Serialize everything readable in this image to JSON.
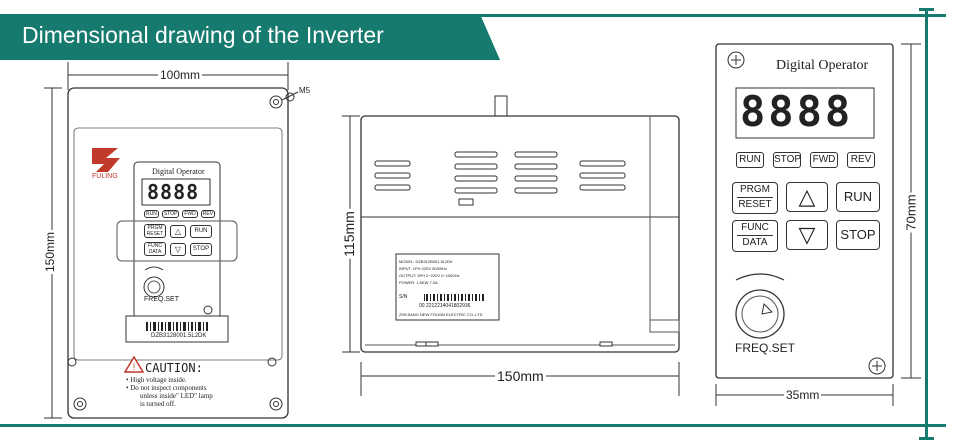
{
  "header": {
    "title": "Dimensional drawing of the Inverter"
  },
  "colors": {
    "accent": "#177a6e",
    "line": "#333333"
  },
  "front_view": {
    "width_label": "100mm",
    "height_label": "150mm",
    "hole_label": "M5",
    "brand": "FULING",
    "operator_title": "Digital Operator",
    "display": "8888",
    "keys": [
      "RUN",
      "STOP",
      "FWD",
      "REV"
    ],
    "prgm": [
      "PRGM",
      "RESET"
    ],
    "func": [
      "FUNC",
      "DATA"
    ],
    "run": "RUN",
    "stop": "STOP",
    "freq": "FREQ.SET",
    "barcode": "DZB3128001.5L2DK",
    "caution_title": "CAUTION:",
    "caution_lines": [
      "• High voltage inside.",
      "• Do not inspect components",
      "unless inside\" LED\" lamp",
      "is turned off."
    ]
  },
  "side_view": {
    "width_label": "150mm",
    "height_label": "115mm",
    "plate_lines": [
      "MODEL:  DZB312B001.5L2DK",
      "INPUT:    1PH 220V 50/60Hz",
      "OUTPUT:  3PH 0~220V 0~1000Hz",
      "POWER:   1.5KW  7.0A"
    ],
    "sn_label": "S/N",
    "sn_value": "00 2212214041802936",
    "maker": "ZHEJIANG NEW FOLINN ELECTRIC CO.,LTD"
  },
  "operator_view": {
    "title": "Digital Operator",
    "display": "8888",
    "keys": [
      "RUN",
      "STOP",
      "FWD",
      "REV"
    ],
    "prgm": [
      "PRGM",
      "RESET"
    ],
    "func": [
      "FUNC",
      "DATA"
    ],
    "run": "RUN",
    "stop": "STOP",
    "freq": "FREQ.SET",
    "width_label": "35mm",
    "height_label": "70mm"
  }
}
